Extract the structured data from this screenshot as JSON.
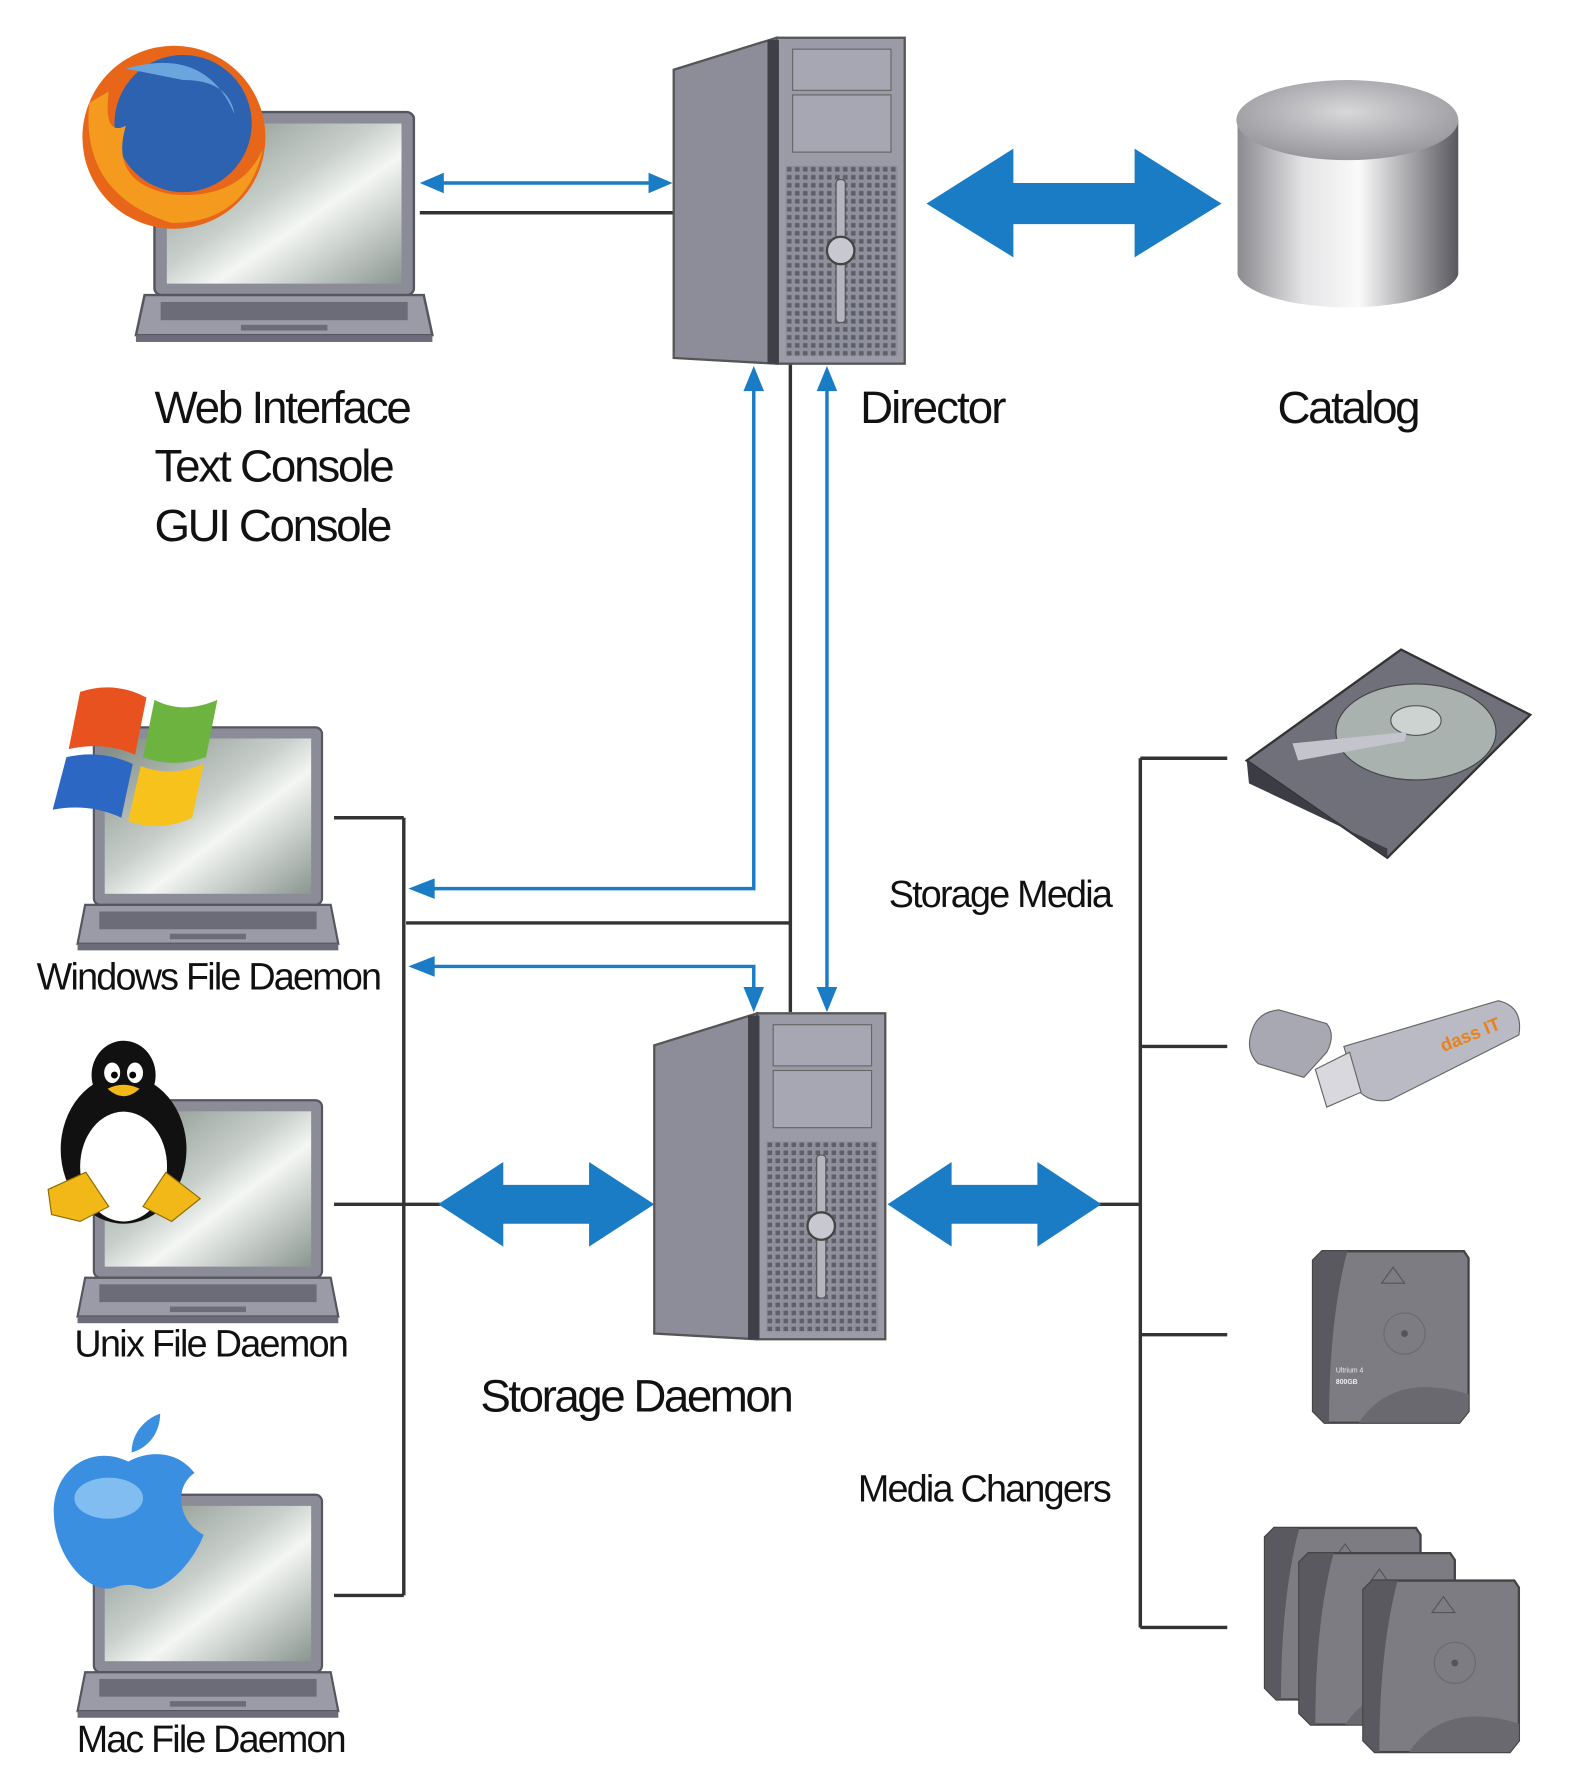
{
  "labels": {
    "web_interface": "Web Interface",
    "text_console": "Text Console",
    "gui_console": "GUI Console",
    "director": "Director",
    "catalog": "Catalog",
    "storage_media": "Storage Media",
    "windows_fd": "Windows File Daemon",
    "unix_fd": "Unix File Daemon",
    "mac_fd": "Mac File Daemon",
    "storage_daemon": "Storage Daemon",
    "media_changers": "Media Changers"
  },
  "device_text": {
    "usb_brand": "dass IT",
    "tape_brand": "Ultrium 4",
    "tape_capacity": "800GB"
  },
  "icons": [
    "firefox-logo",
    "windows-logo",
    "tux-logo",
    "apple-logo",
    "server-tower",
    "database-cylinder",
    "hard-disk",
    "usb-stick",
    "tape-cartridge",
    "tape-cartridges"
  ],
  "colors": {
    "arrow_blue": "#1a7cc4",
    "line_dark": "#333333"
  }
}
